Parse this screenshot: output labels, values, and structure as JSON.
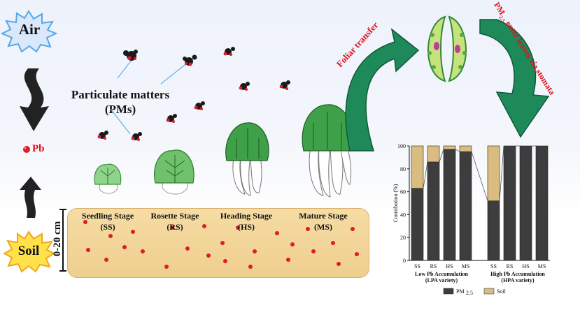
{
  "labels": {
    "air": "Air",
    "soil": "Soil",
    "pb": "Pb",
    "pm_line1": "Particulate matters",
    "pm_line2": "(PMs)",
    "depth": "0-20 cm",
    "foliar": "Foliar transfer",
    "stomata_pre": "PM",
    "stomata_sub": "2.5",
    "stomata_post": " enter leaves via stomata"
  },
  "stages": [
    {
      "name": "Seedling Stage",
      "abbr": "(SS)"
    },
    {
      "name": "Rosette Stage",
      "abbr": "(RS)"
    },
    {
      "name": "Heading Stage",
      "abbr": "(HS)"
    },
    {
      "name": "Mature Stage",
      "abbr": "(MS)"
    }
  ],
  "colors": {
    "pm25": "#3d3d3d",
    "soil": "#d9bc7f",
    "pb_dot": "#e01a2a",
    "arrow_green": "#1e8a5a",
    "soil_band": "#f3d799"
  },
  "chart_data": {
    "type": "bar",
    "stacked": true,
    "ylabel": "Contribution (%)",
    "ylim": [
      0,
      100
    ],
    "yticks": [
      0,
      20,
      40,
      60,
      80,
      100
    ],
    "groups": [
      {
        "label_line1": "Low Pb Accumulation",
        "label_line2": "(LPA variety)",
        "categories": [
          "SS",
          "RS",
          "HS",
          "MS"
        ]
      },
      {
        "label_line1": "High Pb Accumulation",
        "label_line2": "(HPA variety)",
        "categories": [
          "SS",
          "RS",
          "HS",
          "MS"
        ]
      }
    ],
    "series": [
      {
        "name": "PM2.5",
        "legend_main": "PM",
        "legend_sub": "2.5",
        "values": [
          63,
          86,
          97,
          95,
          52,
          100,
          100,
          100
        ]
      },
      {
        "name": "Soil",
        "legend_main": "Soil",
        "values": [
          37,
          14,
          3,
          5,
          48,
          0,
          0,
          0
        ]
      }
    ]
  }
}
